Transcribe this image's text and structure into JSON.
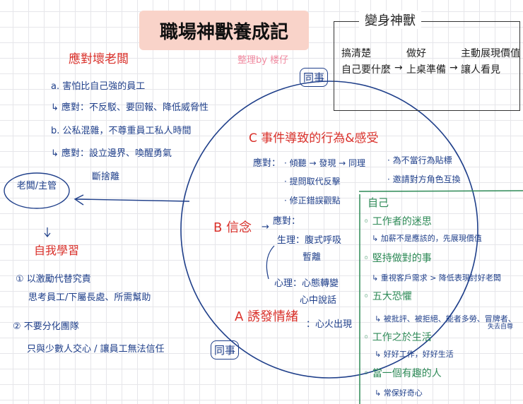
{
  "title": "職場神獸養成記",
  "credit": "整理by 楼仔",
  "transform": {
    "title": "變身神獸",
    "steps": [
      {
        "line1": "搞清楚",
        "line2": "自己要什麼"
      },
      {
        "line1": "做好",
        "line2": "上桌準備"
      },
      {
        "line1": "主動展現價值",
        "line2": "讓人看見"
      }
    ],
    "arrow": "→"
  },
  "bad_boss": {
    "heading": "應對壞老闆",
    "items": [
      "a. 害怕比自己強的員工",
      "↳ 應對：不反駁、要回報、降低威脅性",
      "b. 公私混雜，不尊重員工私人時間",
      "↳ 應對：設立邊界、喚醒勇氣",
      "斷捨離"
    ]
  },
  "boss_node": "老闆/主管",
  "self_learning": {
    "heading": "自我學習",
    "items": [
      "① 以激勵代替究責",
      "思考員工/下屬長處、所需幫助",
      "② 不要分化團隊",
      "只與少數人交心 / 讓員工無法信任"
    ]
  },
  "colleague_top": "同事",
  "colleague_bottom": "同事",
  "section_c": {
    "heading": "C 事件導致的行為&感受",
    "label": "應對：",
    "items": [
      "· 傾聽 → 發現 → 同理",
      "· 提問取代反擊",
      "· 修正錯誤觀點",
      "· 為不當行為貼標",
      "· 邀請對方角色互換"
    ]
  },
  "section_b": {
    "heading": "B 信念",
    "arrow": "→",
    "label": "應對：",
    "items": [
      "生理：腹式呼吸",
      "暫離",
      "心理：心態轉變",
      "心中說話"
    ]
  },
  "section_a": {
    "heading": "A 誘發情緒",
    "suffix": "：心火出現"
  },
  "self": {
    "heading": "自己",
    "items": [
      {
        "title": "◦ 工作者的迷思",
        "note": "↳ 加薪不是應該的，先展現價值"
      },
      {
        "title": "◦ 堅持做對的事",
        "note": "↳ 重視客戶需求 > 降低表現討好老闆"
      },
      {
        "title": "◦ 五大恐懼",
        "note": "↳ 被批評、被拒絕、能者多勞、冒牌者、",
        "note2": "失去自尊"
      },
      {
        "title": "◦ 工作之於生活",
        "note": "↳ 好好工作，好好生活"
      },
      {
        "title": "◦ 當一個有趣的人",
        "note": "↳ 常保好奇心"
      }
    ]
  },
  "colors": {
    "blue": "#1f3f8a",
    "red": "#d9302a",
    "green": "#2e8a57",
    "pink": "#f08aa0",
    "title_bg": "#f9d3c9"
  }
}
